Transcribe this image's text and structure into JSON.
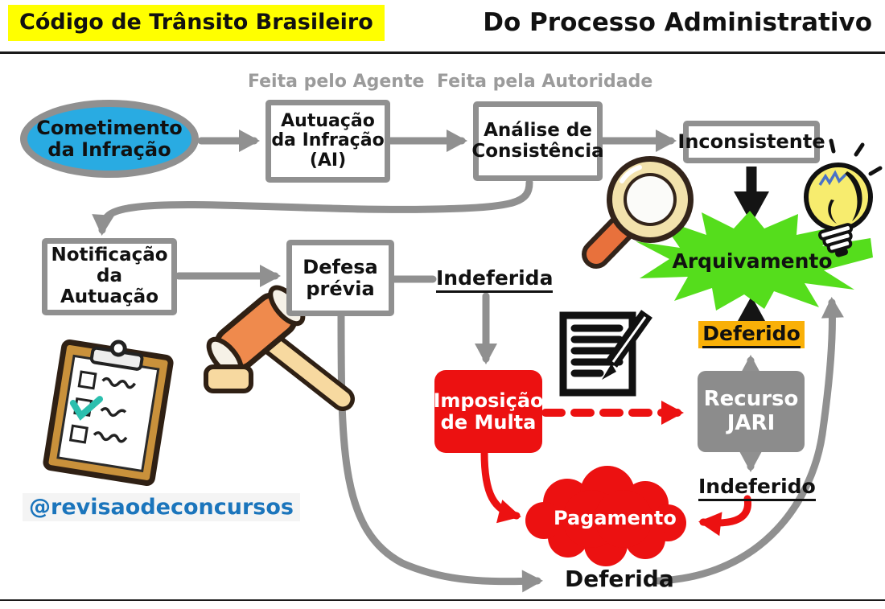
{
  "header": {
    "left_title": "Código de Trânsito Brasileiro",
    "right_title": "Do Processo Administrativo"
  },
  "labels": {
    "made_by_agent": "Feita pelo Agente",
    "made_by_authority": "Feita pela Autoridade",
    "handle": "@revisaodeconcursos"
  },
  "nodes": {
    "start": [
      "Cometimento",
      "da Infração"
    ],
    "autuacao": [
      "Autuação",
      "da Infração",
      "(AI)"
    ],
    "analise": [
      "Análise de",
      "Consistência"
    ],
    "inconsistente": "Inconsistente",
    "arquivamento": "Arquivamento",
    "notificacao": [
      "Notificação",
      "da Autuação"
    ],
    "defesa": [
      "Defesa",
      "prévia"
    ],
    "indeferida": "Indeferida",
    "imposicao": [
      "Imposição",
      "de Multa"
    ],
    "recurso": [
      "Recurso",
      "JARI"
    ],
    "deferido": "Deferido",
    "indeferido": "Indeferido",
    "pagamento": "Pagamento",
    "deferida": "Deferida"
  },
  "icons": [
    "magnifier-icon",
    "lightbulb-icon",
    "gavel-icon",
    "clipboard-icon",
    "document-pen-icon"
  ],
  "colors": {
    "highlight_yellow": "#FFFF00",
    "node_blue": "#29ABE2",
    "burst_green": "#55DD1C",
    "alert_red": "#EC1111",
    "badge_amber": "#F9B008",
    "connector_gray": "#909090",
    "handle_blue": "#1B75BC"
  }
}
